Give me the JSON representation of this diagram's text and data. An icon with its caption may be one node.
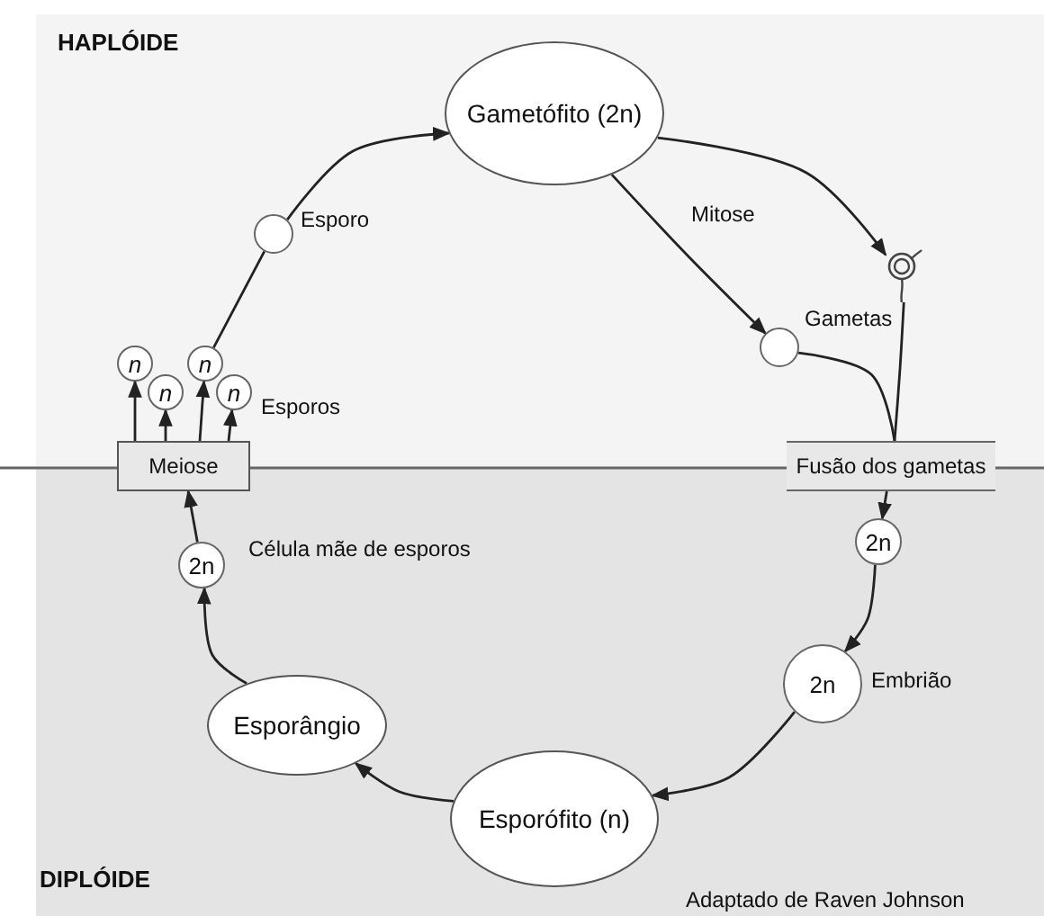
{
  "diagram": {
    "nodes": [
      {
        "text": [
          "Gametófito (2n)"
        ]
      },
      {
        "text": [],
        "shape": "circle",
        "beside": [
          "Esporo"
        ]
      },
      {
        "text": [],
        "shape": "circle"
      },
      {
        "text": [],
        "shape": "picture"
      },
      {
        "text": [
          "Fusão dos gametas"
        ]
      },
      {
        "text": [
          "2n"
        ]
      },
      {
        "text": [
          "2n"
        ],
        "beside": [
          "Embrião"
        ]
      },
      {
        "text": [
          "Esporófito (n)"
        ]
      },
      {
        "text": [
          "Esporângio"
        ]
      },
      {
        "text": [
          "2n"
        ],
        "beside": [
          "Célula mãe de esporos"
        ]
      },
      {
        "text": [
          "Meiose"
        ]
      },
      {
        "text": [
          "*n*"
        ]
      },
      {
        "text": [
          "*n*"
        ]
      },
      {
        "text": [
          "*n*"
        ]
      },
      {
        "text": [
          "*n*"
        ]
      }
    ],
    "edges": [
      {
        "from": 1,
        "to": 0,
        "arrow": "to"
      },
      {
        "from": 0,
        "to": 3,
        "arrow": "to"
      },
      {
        "from": 0,
        "to": 2,
        "arrow": "to"
      },
      {
        "from": 2,
        "to": 4,
        "arrow": "none"
      },
      {
        "from": 3,
        "to": 4,
        "arrow": "none"
      },
      {
        "from": 4,
        "to": 5,
        "arrow": "to"
      },
      {
        "from": 5,
        "to": 6,
        "arrow": "to"
      },
      {
        "from": 6,
        "to": 7,
        "arrow": "to"
      },
      {
        "from": 7,
        "to": 8,
        "arrow": "to"
      },
      {
        "from": 8,
        "to": 9,
        "arrow": "to"
      },
      {
        "from": 9,
        "to": 10,
        "arrow": "to"
      },
      {
        "from": 10,
        "to": 11,
        "arrow": "to"
      },
      {
        "from": 10,
        "to": 12,
        "arrow": "to"
      },
      {
        "from": 10,
        "to": 13,
        "arrow": "to"
      },
      {
        "from": 10,
        "to": 14,
        "arrow": "to"
      },
      {
        "from": 13,
        "to": 1,
        "arrow": "none"
      }
    ],
    "labels": [
      "HAPLÓIDE",
      "Mitose",
      "Gametas",
      "Esporos",
      "DIPLÓIDE",
      "Adaptado de Raven Johnson"
    ]
  }
}
